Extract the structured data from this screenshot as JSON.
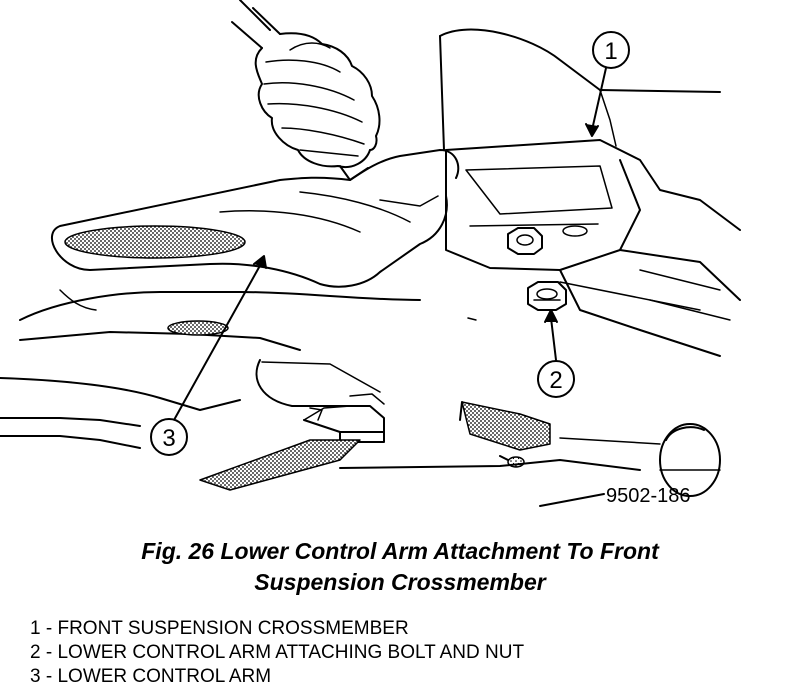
{
  "callouts": {
    "c1": "1",
    "c2": "2",
    "c3": "3"
  },
  "figure_code": "9502-186",
  "caption": {
    "line1": "Fig. 26 Lower Control Arm Attachment To Front",
    "line2": "Suspension Crossmember"
  },
  "legend": [
    {
      "num": "1",
      "sep": " - ",
      "text": "FRONT SUSPENSION CROSSMEMBER"
    },
    {
      "num": "2",
      "sep": " - ",
      "text": "LOWER CONTROL ARM ATTACHING BOLT AND NUT"
    },
    {
      "num": "3",
      "sep": " - ",
      "text": "LOWER CONTROL ARM"
    }
  ]
}
